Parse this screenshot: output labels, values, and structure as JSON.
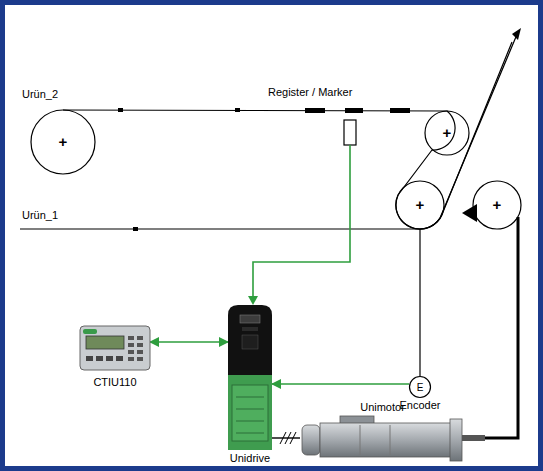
{
  "diagram": {
    "nodes": [
      {
        "text": [
          "CTIU110"
        ]
      },
      {
        "text": [
          "Unidrive"
        ]
      },
      {
        "text": [
          "E",
          "Encoder"
        ]
      },
      {
        "text": [
          "Unimotor"
        ]
      }
    ],
    "edges": [
      {
        "from": 0,
        "to": 1,
        "arrow": "both"
      },
      {
        "from": 2,
        "to": 1,
        "arrow": "to"
      },
      {
        "from": 1,
        "to": 3,
        "arrow": "none"
      }
    ],
    "labels": [
      "Urün_2",
      "Register / Marker",
      "Urün_1",
      "+",
      "+",
      "+",
      "+"
    ]
  }
}
